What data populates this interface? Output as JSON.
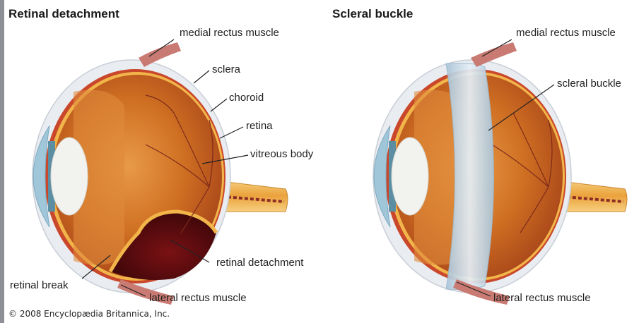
{
  "panels": [
    {
      "title": "Retinal detachment",
      "labels": {
        "medial_rectus": "medial rectus muscle",
        "sclera": "sclera",
        "choroid": "choroid",
        "retina": "retina",
        "vitreous_body": "vitreous body",
        "retinal_detachment": "retinal detachment",
        "retinal_break": "retinal break",
        "lateral_rectus": "lateral rectus muscle"
      }
    },
    {
      "title": "Scleral buckle",
      "labels": {
        "medial_rectus": "medial rectus muscle",
        "scleral_buckle": "scleral buckle",
        "lateral_rectus": "lateral rectus muscle"
      }
    }
  ],
  "credit": "© 2008 Encyclopædia Britannica, Inc.",
  "colors": {
    "sclera": "#e9edf2",
    "choroid": "#c9472a",
    "vitreous": "#c8631c",
    "lens": "#f2f2ee",
    "cornea": "#9fc6d9",
    "optic_nerve": "#f0b25a",
    "detachment": "#5a0f12",
    "buckle": "#bfd6e6"
  }
}
